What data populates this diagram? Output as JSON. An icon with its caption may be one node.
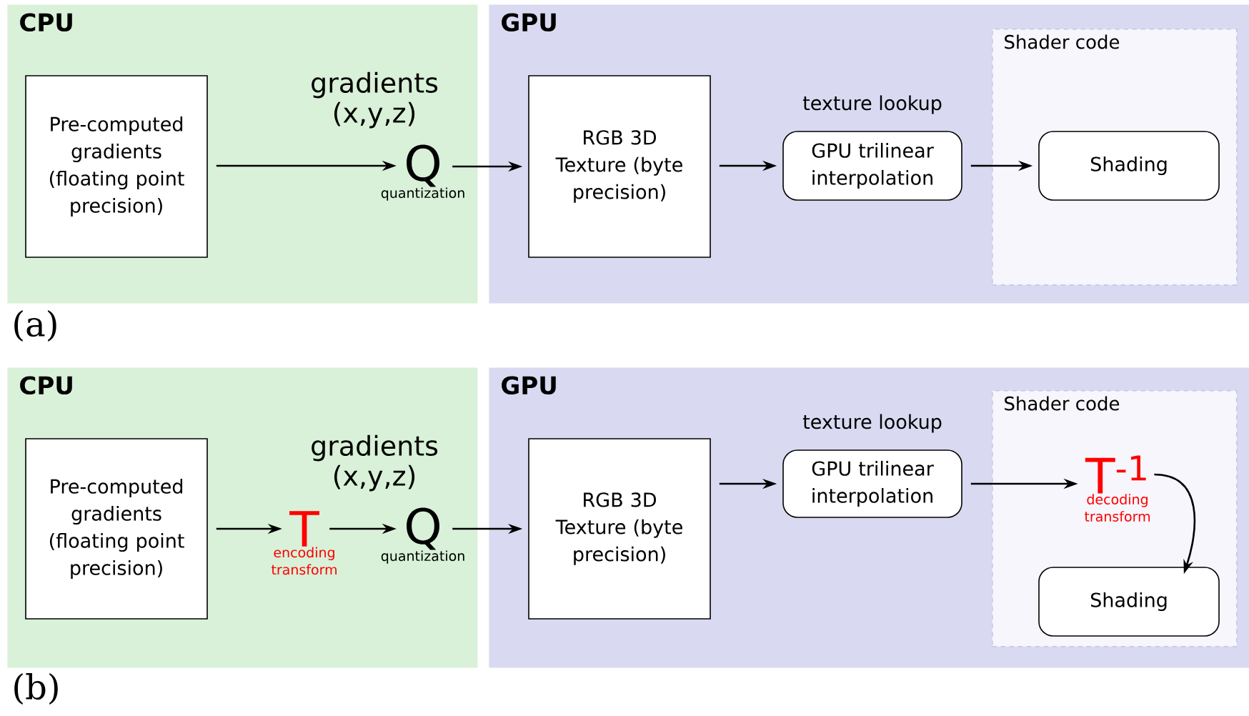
{
  "diagram": {
    "nodes": [
      {
        "text": [
          "CPU"
        ]
      },
      {
        "text": [
          "Pre-computed gradients (floating point precision)"
        ],
        "in": 0
      },
      {
        "text": [
          "Q"
        ],
        "beside": [
          "quantization"
        ],
        "in": 0
      },
      {
        "text": [
          "GPU"
        ]
      },
      {
        "text": [
          "RGB 3D Texture (byte precision)"
        ],
        "in": 3
      },
      {
        "text": [
          "GPU trilinear interpolation"
        ],
        "beside": [
          "texture lookup"
        ],
        "in": 3
      },
      {
        "text": [
          "Shader code"
        ],
        "in": 3
      },
      {
        "text": [
          "Shading"
        ],
        "in": 6
      },
      {
        "text": [
          "CPU"
        ]
      },
      {
        "text": [
          "Pre-computed gradients (floating point precision)"
        ],
        "in": 8
      },
      {
        "text": [
          "T"
        ],
        "beside": [
          "encoding transform"
        ],
        "in": 8
      },
      {
        "text": [
          "Q"
        ],
        "beside": [
          "quantization"
        ],
        "in": 8
      },
      {
        "text": [
          "GPU"
        ]
      },
      {
        "text": [
          "RGB 3D Texture (byte precision)"
        ],
        "in": 12
      },
      {
        "text": [
          "GPU trilinear interpolation"
        ],
        "beside": [
          "texture lookup"
        ],
        "in": 12
      },
      {
        "text": [
          "Shader code"
        ],
        "in": 12
      },
      {
        "text": [
          "T$^{-1}$"
        ],
        "beside": [
          "decoding transform"
        ],
        "in": 15
      },
      {
        "text": [
          "Shading"
        ],
        "in": 15
      }
    ],
    "edges": [
      {
        "from": 1,
        "to": 2,
        "arrow": "to"
      },
      {
        "from": 2,
        "to": 4,
        "arrow": "to"
      },
      {
        "from": 4,
        "to": 5,
        "arrow": "to"
      },
      {
        "from": 5,
        "to": 7,
        "arrow": "to"
      },
      {
        "from": 9,
        "to": 10,
        "arrow": "to"
      },
      {
        "from": 10,
        "to": 11,
        "arrow": "to"
      },
      {
        "from": 11,
        "to": 13,
        "arrow": "to"
      },
      {
        "from": 13,
        "to": 14,
        "arrow": "to"
      },
      {
        "from": 14,
        "to": 16,
        "arrow": "to"
      },
      {
        "from": 16,
        "to": 17,
        "arrow": "to"
      }
    ],
    "labels": [
      "gradients (x,y,z)",
      "(a)",
      "gradients (x,y,z)",
      "(b)"
    ]
  }
}
